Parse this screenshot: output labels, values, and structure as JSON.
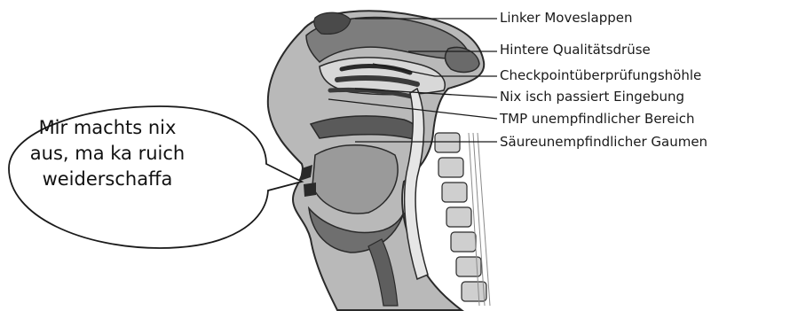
{
  "diagram": {
    "labels": [
      "Linker Moveslappen",
      "Hintere Qualitätsdrüse",
      "Checkpointüberprüfungshöhle",
      "Nix isch passiert Eingebung",
      "TMP unempfindlicher Bereich",
      "Säureunempfindlicher Gaumen"
    ],
    "speech_bubble": {
      "lines": [
        "Mir machts nix",
        "aus, ma ka ruich",
        "weiderschaffa"
      ]
    }
  },
  "colors": {
    "ink": "#1a1a1a",
    "dark_tissue": "#3a3a3a",
    "mid_tissue": "#8c8c8c",
    "light_tissue": "#c8c8c8",
    "background": "#ffffff"
  }
}
